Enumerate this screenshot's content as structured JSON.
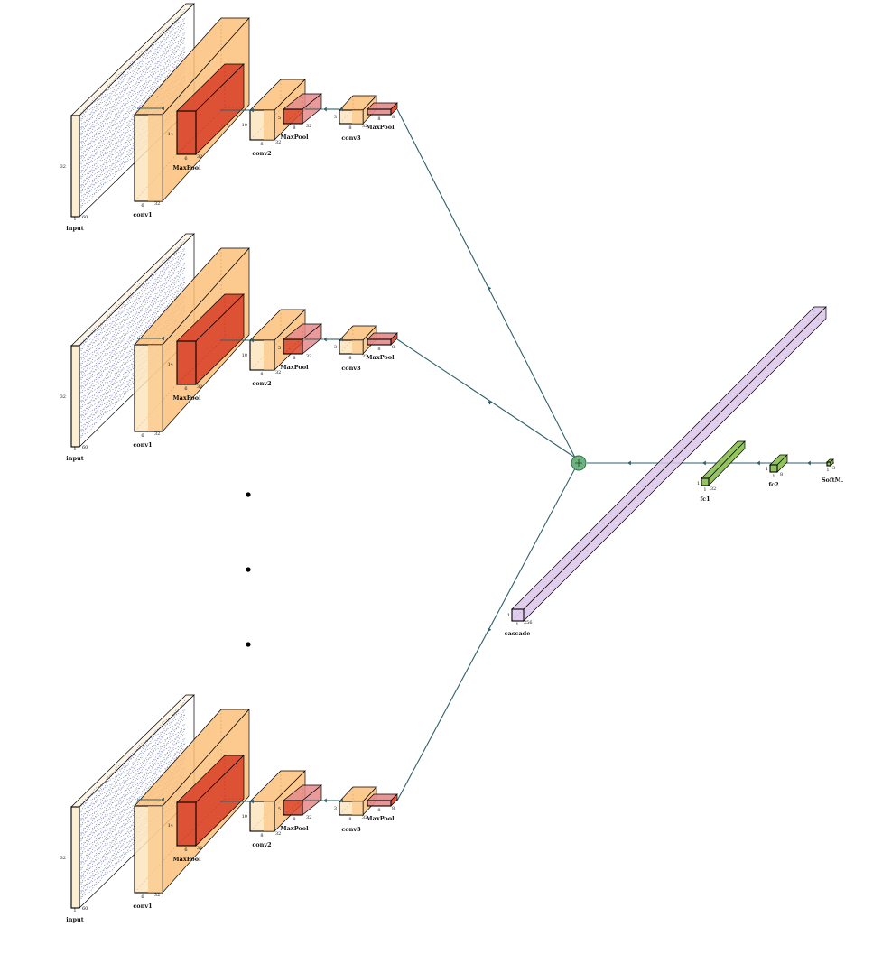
{
  "branches": [
    {
      "id": "top",
      "labels": {
        "input": "input",
        "conv1": "conv1",
        "pool1": "MaxPool",
        "conv2": "conv2",
        "pool2": "MaxPool",
        "conv3": "conv3",
        "pool3": "MaxPool"
      },
      "dims": {
        "input_h": "32",
        "input_w": "1",
        "input_d": "60",
        "conv1_w": "6",
        "conv1_d": "32",
        "pool1_h": "14",
        "pool1_w": "6",
        "pool1_d": "32",
        "conv2_h": "10",
        "conv2_w": "8",
        "conv2_d": "32",
        "pool2_h": "5",
        "pool2_w": "8",
        "pool2_d": "32",
        "conv3_h": "3",
        "conv3_w": "8",
        "conv3_d": "32",
        "pool3_w": "8",
        "pool3_d": "8"
      }
    },
    {
      "id": "middle",
      "labels": {
        "input": "input",
        "conv1": "conv1",
        "pool1": "MaxPool",
        "conv2": "conv2",
        "pool2": "MaxPool",
        "conv3": "conv3",
        "pool3": "MaxPool"
      },
      "dims": {
        "input_h": "32",
        "input_w": "1",
        "input_d": "60",
        "conv1_w": "6",
        "conv1_d": "32",
        "pool1_h": "14",
        "pool1_w": "6",
        "pool1_d": "32",
        "conv2_h": "10",
        "conv2_w": "8",
        "conv2_d": "32",
        "pool2_h": "5",
        "pool2_w": "8",
        "pool2_d": "32",
        "conv3_h": "3",
        "conv3_w": "8",
        "conv3_d": "32",
        "pool3_w": "8",
        "pool3_d": "8"
      }
    },
    {
      "id": "bottom",
      "labels": {
        "input": "input",
        "conv1": "conv1",
        "pool1": "MaxPool",
        "conv2": "conv2",
        "pool2": "MaxPool",
        "conv3": "conv3",
        "pool3": "MaxPool"
      },
      "dims": {
        "input_h": "32",
        "input_w": "1",
        "input_d": "60",
        "conv1_w": "6",
        "conv1_d": "32",
        "pool1_h": "14",
        "pool1_w": "6",
        "pool1_d": "32",
        "conv2_h": "10",
        "conv2_w": "8",
        "conv2_d": "32",
        "pool2_h": "5",
        "pool2_w": "8",
        "pool2_d": "32",
        "conv3_h": "3",
        "conv3_w": "8",
        "conv3_d": "32",
        "pool3_w": "8",
        "pool3_d": "8"
      }
    }
  ],
  "cascade": {
    "label": "cascade",
    "dim_h": "1",
    "dim_w": "1",
    "dim_d": "256"
  },
  "fc1": {
    "label": "fc1",
    "dim_h": "1",
    "dim_w": "1",
    "dim_d": "32"
  },
  "fc2": {
    "label": "fc2",
    "dim_h": "1",
    "dim_w": "1",
    "dim_d": "8"
  },
  "softmax": {
    "label": "SoftM.",
    "dim_w": "1",
    "dim_d": "3"
  },
  "colors": {
    "input_front": "#fbeed2",
    "input_side": "#fdf6e6",
    "conv_light": "#fde4bd",
    "conv_dark": "#fbbf7a",
    "pool": "#d9442b",
    "pool_light": "#e58a8a",
    "cascade": "#dcc6ea",
    "fc": "#8fc25a",
    "sum": "#6db27f",
    "edge": "#2f5f68"
  }
}
